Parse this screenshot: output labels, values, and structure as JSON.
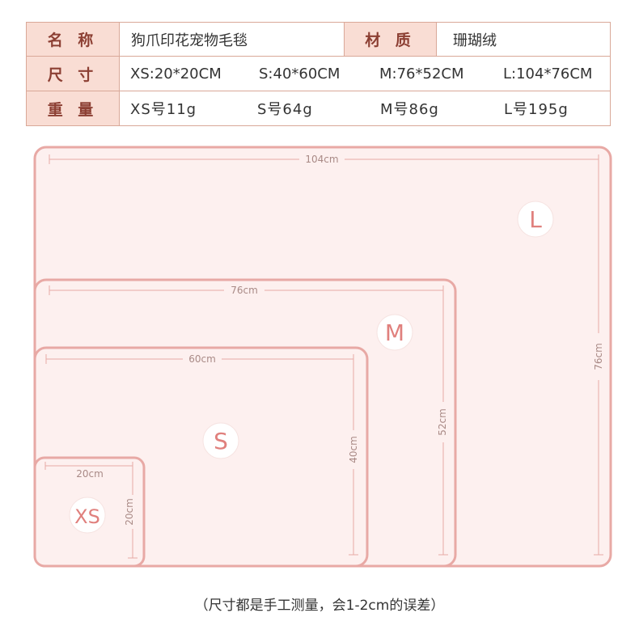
{
  "table": {
    "name_label": "名 称",
    "name_value": "狗爪印花宠物毛毯",
    "material_label": "材 质",
    "material_value": "珊瑚绒",
    "size_label": "尺 寸",
    "sizes": [
      "XS:20*20CM",
      "S:40*60CM",
      "M:76*52CM",
      "L:104*76CM"
    ],
    "weight_label": "重 量",
    "weights": [
      "XS号11g",
      "S号64g",
      "M号86g",
      "L号195g"
    ]
  },
  "diagram": {
    "blankets": [
      {
        "size": "L",
        "width_label": "104cm",
        "height_label": "76cm"
      },
      {
        "size": "M",
        "width_label": "76cm",
        "height_label": "52cm"
      },
      {
        "size": "S",
        "width_label": "60cm",
        "height_label": "40cm"
      },
      {
        "size": "XS",
        "width_label": "20cm",
        "height_label": "20cm"
      }
    ],
    "colors": {
      "border": "#e8a9a5",
      "fill": "#fdf0ef",
      "dim_line": "#e7aaa6",
      "label": "#e0807d",
      "dim_text": "#a98a86"
    }
  },
  "footnote": "（尺寸都是手工测量，会1-2cm的误差）"
}
